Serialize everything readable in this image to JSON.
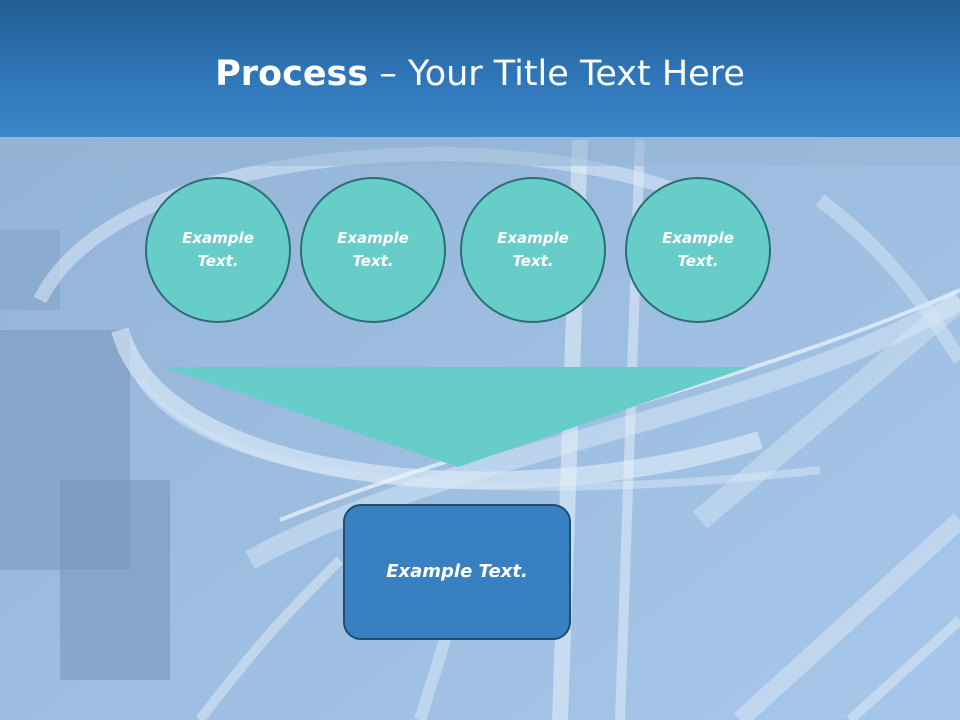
{
  "slide": {
    "title_bold": "Process",
    "title_rest": " – Your Title Text Here",
    "circles": [
      {
        "label": "Example Text."
      },
      {
        "label": "Example Text."
      },
      {
        "label": "Example Text."
      },
      {
        "label": "Example Text."
      }
    ],
    "result": {
      "label": "Example Text."
    }
  },
  "colors": {
    "header": "#2f76b8",
    "circle_fill": "#66cdc8",
    "circle_border": "#2b6f74",
    "funnel_fill": "#66cdc8",
    "result_fill": "#3880c0",
    "result_border": "#1f4d73",
    "text": "#ffffff"
  }
}
